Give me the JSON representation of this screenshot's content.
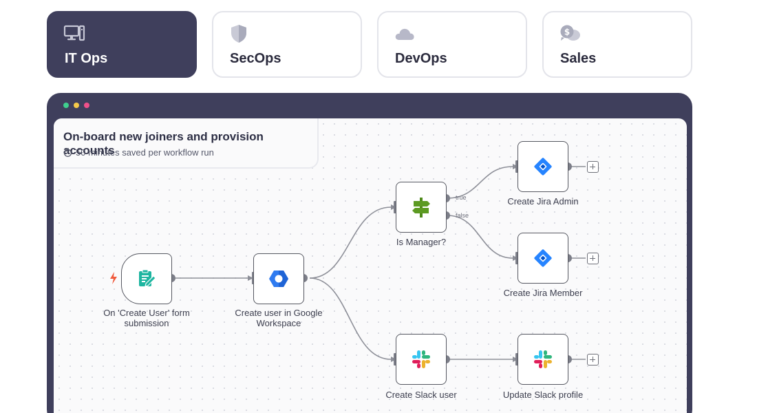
{
  "tabs": [
    {
      "label": "IT Ops",
      "icon": "computer-icon",
      "active": true
    },
    {
      "label": "SecOps",
      "icon": "shield-icon",
      "active": false
    },
    {
      "label": "DevOps",
      "icon": "cloud-icon",
      "active": false
    },
    {
      "label": "Sales",
      "icon": "chat-money-icon",
      "active": false
    }
  ],
  "window": {
    "dots": [
      "#3fcf8e",
      "#f5c94a",
      "#f0508a"
    ]
  },
  "workflow": {
    "title": "On-board new joiners and provision accounts",
    "subtitle": "50 minutes saved per workflow run"
  },
  "nodes": {
    "trigger": {
      "label_line1": "On 'Create User' form",
      "label_line2": "submission",
      "icon": "form-icon"
    },
    "google": {
      "label_line1": "Create user in Google",
      "label_line2": "Workspace",
      "icon": "google-workspace-icon"
    },
    "manager": {
      "label": "Is Manager?",
      "icon": "signpost-icon"
    },
    "jira_admin": {
      "label": "Create Jira Admin",
      "icon": "jira-icon"
    },
    "jira_member": {
      "label": "Create Jira Member",
      "icon": "jira-icon"
    },
    "slack_user": {
      "label": "Create Slack user",
      "icon": "slack-icon"
    },
    "slack_profile": {
      "label": "Update Slack profile",
      "icon": "slack-icon"
    }
  },
  "branches": {
    "true_label": "true",
    "false_label": "false"
  },
  "colors": {
    "dark": "#3f3f5c",
    "tab_border": "#e3e4ea",
    "trigger_bolt": "#f05a3c",
    "jira_blue": "#2684ff",
    "google_blue": "#2f7bf0",
    "sign_green": "#4f8a1b"
  }
}
